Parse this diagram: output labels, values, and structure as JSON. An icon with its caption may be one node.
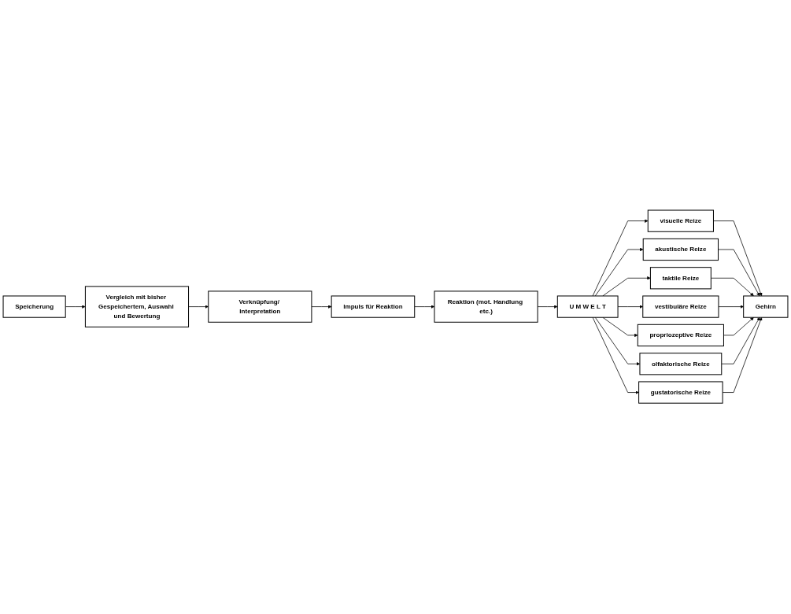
{
  "diagram": {
    "nodes": [
      {
        "text": [
          "U M W E L T"
        ]
      },
      {
        "text": [
          "visuelle Reize"
        ]
      },
      {
        "text": [
          "akustische Reize"
        ]
      },
      {
        "text": [
          "taktile Reize"
        ]
      },
      {
        "text": [
          "vestibuläre Reize"
        ]
      },
      {
        "text": [
          "propriozeptive Reize"
        ]
      },
      {
        "text": [
          "olfaktorische Reize"
        ]
      },
      {
        "text": [
          "gustatorische Reize"
        ]
      },
      {
        "text": [
          "Gehirn"
        ]
      },
      {
        "text": [
          "Speicherung"
        ]
      },
      {
        "text": [
          "Vergleich mit bisher Gespeichertem, Auswahl und Bewertung"
        ]
      },
      {
        "text": [
          "Verknüpfung/ Interpretation"
        ]
      },
      {
        "text": [
          "Impuls für Reaktion"
        ]
      },
      {
        "text": [
          "Reaktion (mot. Handlung etc.)"
        ]
      }
    ],
    "edges": [
      {
        "from": 0,
        "to": 1,
        "arrow": "to"
      },
      {
        "from": 0,
        "to": 2,
        "arrow": "to"
      },
      {
        "from": 0,
        "to": 3,
        "arrow": "to"
      },
      {
        "from": 0,
        "to": 4,
        "arrow": "to"
      },
      {
        "from": 0,
        "to": 5,
        "arrow": "to"
      },
      {
        "from": 0,
        "to": 6,
        "arrow": "to"
      },
      {
        "from": 0,
        "to": 7,
        "arrow": "to"
      },
      {
        "from": 1,
        "to": 8,
        "arrow": "to"
      },
      {
        "from": 2,
        "to": 8,
        "arrow": "to"
      },
      {
        "from": 3,
        "to": 8,
        "arrow": "to"
      },
      {
        "from": 4,
        "to": 8,
        "arrow": "to"
      },
      {
        "from": 5,
        "to": 8,
        "arrow": "to"
      },
      {
        "from": 6,
        "to": 8,
        "arrow": "to"
      },
      {
        "from": 7,
        "to": 8,
        "arrow": "to"
      },
      {
        "from": 9,
        "to": 10,
        "arrow": "to"
      },
      {
        "from": 10,
        "to": 11,
        "arrow": "to"
      },
      {
        "from": 11,
        "to": 12,
        "arrow": "to"
      },
      {
        "from": 12,
        "to": 13,
        "arrow": "to"
      },
      {
        "from": 13,
        "to": 0,
        "arrow": "to"
      }
    ]
  }
}
